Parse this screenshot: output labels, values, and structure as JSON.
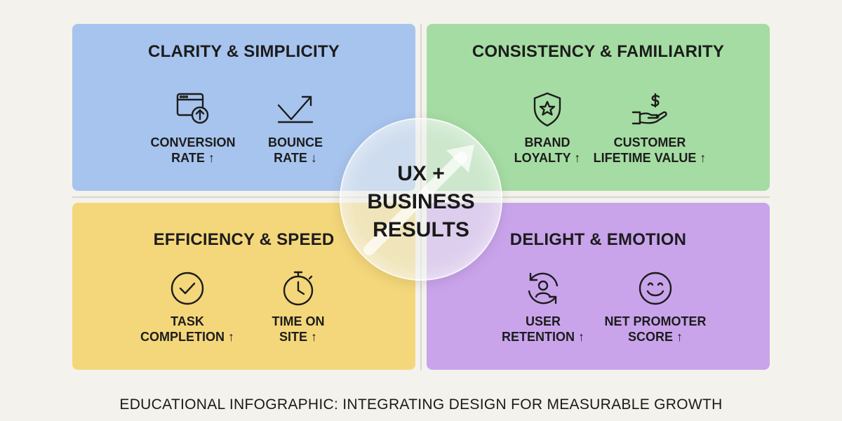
{
  "quadrants": {
    "q1": {
      "title": "CLARITY & SIMPLICITY",
      "metrics": [
        {
          "label": "CONVERSION\nRATE ↑",
          "icon": "browser-upload-icon"
        },
        {
          "label": "BOUNCE\nRATE ↓",
          "icon": "trend-up-arrow-icon"
        }
      ]
    },
    "q2": {
      "title": "CONSISTENCY & FAMILIARITY",
      "metrics": [
        {
          "label": "BRAND\nLOYALTY ↑",
          "icon": "shield-star-icon"
        },
        {
          "label": "CUSTOMER\nLIFETIME VALUE ↑",
          "icon": "hand-dollar-icon"
        }
      ]
    },
    "q3": {
      "title": "EFFICIENCY & SPEED",
      "metrics": [
        {
          "label": "TASK\nCOMPLETION ↑",
          "icon": "check-circle-icon"
        },
        {
          "label": "TIME ON\nSITE ↑",
          "icon": "stopwatch-icon"
        }
      ]
    },
    "q4": {
      "title": "DELIGHT & EMOTION",
      "metrics": [
        {
          "label": "USER\nRETENTION ↑",
          "icon": "user-cycle-icon"
        },
        {
          "label": "NET PROMOTER\nSCORE ↑",
          "icon": "smiley-icon"
        }
      ]
    }
  },
  "center": {
    "text": "UX +\nBUSINESS\nRESULTS",
    "icon": "trend-up-arrow-icon"
  },
  "caption": "EDUCATIONAL INFOGRAPHIC: INTEGRATING DESIGN FOR MEASURABLE GROWTH",
  "colors": {
    "background": "#f4f2ec",
    "q1": "#a7c4ee",
    "q2": "#a5dca3",
    "q3": "#f4d77a",
    "q4": "#c9a4eb"
  }
}
